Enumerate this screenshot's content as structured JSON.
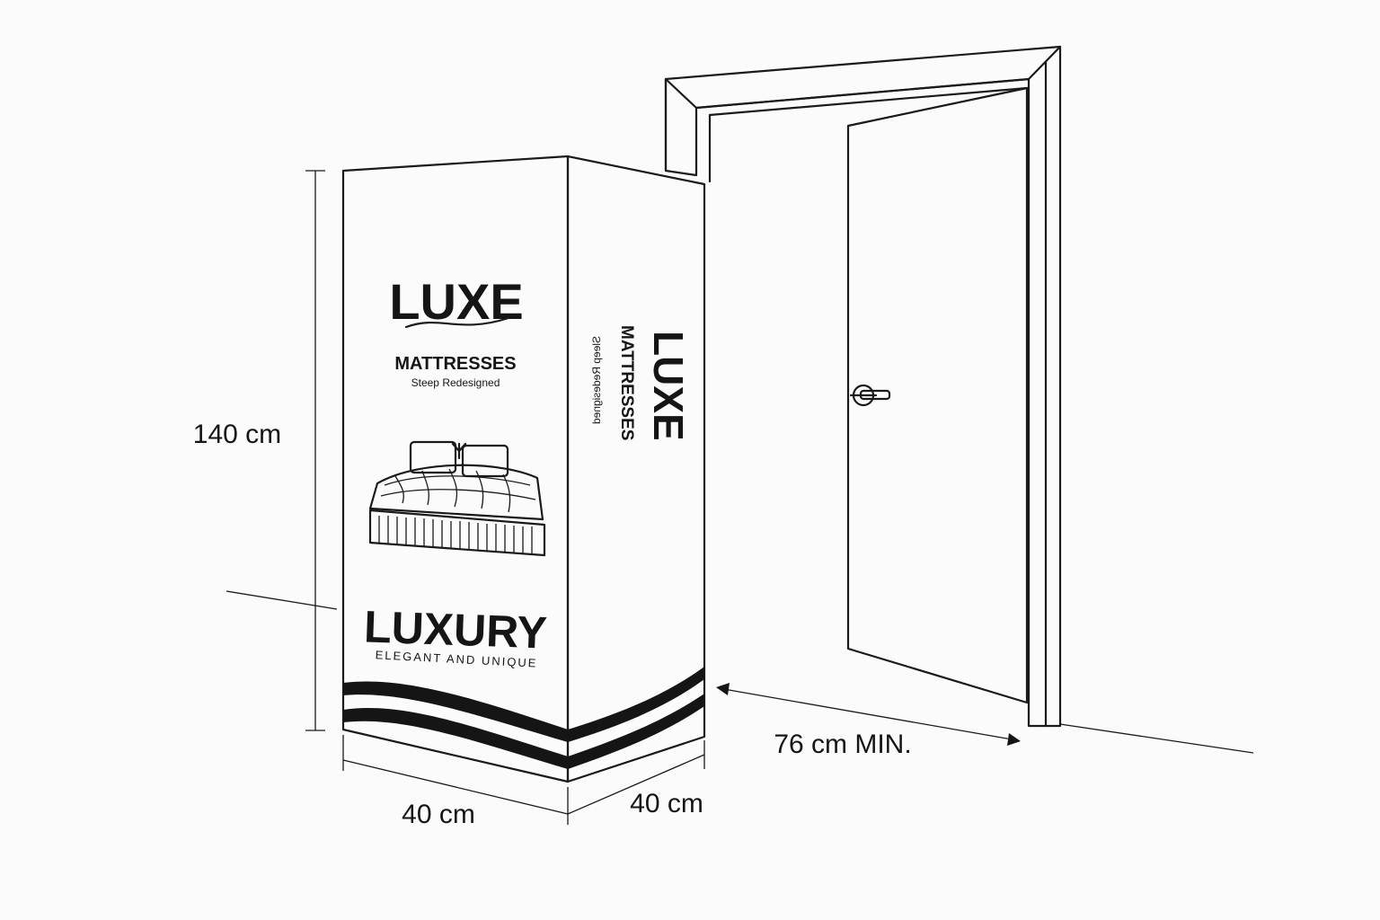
{
  "dimensions": {
    "height": "140 cm",
    "width": "40 cm",
    "depth": "40 cm",
    "doorway": "76 cm MIN."
  },
  "front_panel": {
    "brand": "LUXE",
    "product": "MATTRESSES",
    "tagline": "Steep Redesigned",
    "headline": "LUXURY",
    "subline": "ELEGANT AND UNIQUE"
  },
  "side_panel": {
    "brand": "LUXE",
    "product": "MATTRESSES",
    "tagline": "Sleep Redesigned"
  },
  "colors": {
    "ink": "#1a1a1a",
    "background": "#fbfbfb",
    "box_face": "#ffffff"
  },
  "icons": [
    "bed-illustration-icon",
    "door-handle-icon",
    "dimension-arrow-icon"
  ]
}
